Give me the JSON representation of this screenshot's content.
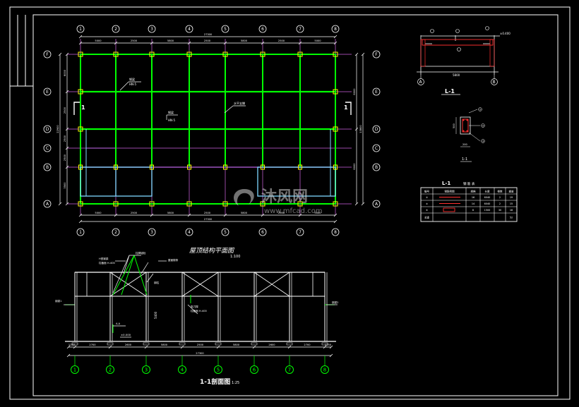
{
  "plan": {
    "title": "屋顶结构平面图",
    "scale": "1:100",
    "grid_cols": [
      "1",
      "2",
      "3",
      "4",
      "5",
      "6",
      "7",
      "8"
    ],
    "grid_rows": [
      "F",
      "E",
      "D",
      "C",
      "B",
      "A"
    ],
    "col_dims": [
      "5000",
      "2500",
      "5800",
      "2500",
      "5800",
      "2500",
      "5000"
    ],
    "total_dim": "27300",
    "row_dims_left": [
      "6000",
      "2500",
      "2500",
      "2500",
      "3500",
      "1200"
    ],
    "row_dims_right": [
      "6000",
      "6000",
      "1200"
    ],
    "row_total_left": "22900",
    "row_total_right": "13800",
    "section_mark": "1",
    "beam_labels": [
      {
        "title": "钢梁",
        "sub": "HN-5"
      },
      {
        "title": "钢梁",
        "sub": "HN-5"
      },
      {
        "title": "水平支撑",
        "sub": ""
      }
    ]
  },
  "section": {
    "title": "1-1剖面图",
    "scale": "1:25",
    "axis_labels": [
      "1",
      "2",
      "3",
      "4",
      "5",
      "6",
      "7",
      "8"
    ],
    "col_dims": [
      "1250",
      "2700",
      "2600",
      "5800",
      "2500",
      "5800",
      "2600",
      "2700",
      "1250"
    ],
    "total_dim": "27300",
    "height_dim": "5400",
    "level_mark": "±0.000",
    "callouts": [
      "柱脚锚栓",
      "H型钢梁",
      "屋面檩条",
      "钢柱",
      "剪刀撑",
      "A-A",
      "钢梁1",
      "钢梁2"
    ],
    "sub_callouts": [
      "柱截面 H-400",
      "柱截面 H-400"
    ]
  },
  "beam_section": {
    "title": "L-1",
    "left_axis": "A",
    "right_axis": "B",
    "span": "5800",
    "elev": "±0.400"
  },
  "detail": {
    "labels": [
      "L-1 截面",
      "①",
      "②",
      "③",
      "200",
      "500"
    ],
    "section_name": "1-1"
  },
  "table": {
    "title": "L-1",
    "title_suffix": "钢 筋 表",
    "headers": [
      "编号",
      "钢筋简图",
      "规格",
      "长度",
      "根数",
      "重量"
    ],
    "rows": [
      [
        "①",
        "",
        "16",
        "6040",
        "2",
        "19"
      ],
      [
        "②",
        "",
        "14",
        "6040",
        "2",
        "15"
      ],
      [
        "③",
        "",
        "8",
        "1500",
        "30",
        "18"
      ],
      [
        "总重",
        "",
        "",
        "",
        "",
        "52"
      ]
    ]
  },
  "watermark": {
    "name": "沐风网",
    "url": "www.mfcad.com"
  },
  "colors": {
    "background": "#000000",
    "frame": "#ffffff",
    "beam": "#00ff00",
    "grid": "#7b3b86",
    "column": "#ffff00",
    "dimension": "#ffffff",
    "accent_red": "#ff3030",
    "cyan": "#7fd8ff"
  }
}
